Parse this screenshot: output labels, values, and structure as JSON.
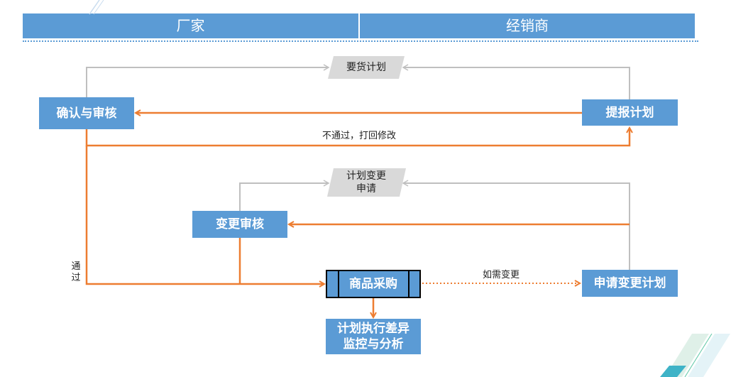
{
  "header": {
    "left_title": "厂家",
    "right_title": "经销商"
  },
  "nodes": {
    "confirm_review": "确认与审核",
    "submit_plan": "提报计划",
    "change_review": "变更审核",
    "apply_change_plan": "申请变更计划",
    "goods_purchase": "商品采购",
    "monitor_line1": "计划执行差异",
    "monitor_line2": "监控与分析"
  },
  "labels": {
    "demand_plan": "要货计划",
    "plan_change_line1": "计划变更",
    "plan_change_line2": "申请",
    "rejected": "不通过，打回修改",
    "passed_line1": "通",
    "passed_line2": "过",
    "if_change": "如需变更"
  },
  "colors": {
    "header_blue": "#5b9bd5",
    "node_blue": "#5b9bd5",
    "flow_orange": "#ed7d31",
    "info_gray": "#bfbfbf",
    "parallelogram_gray": "#d9d9d9"
  }
}
